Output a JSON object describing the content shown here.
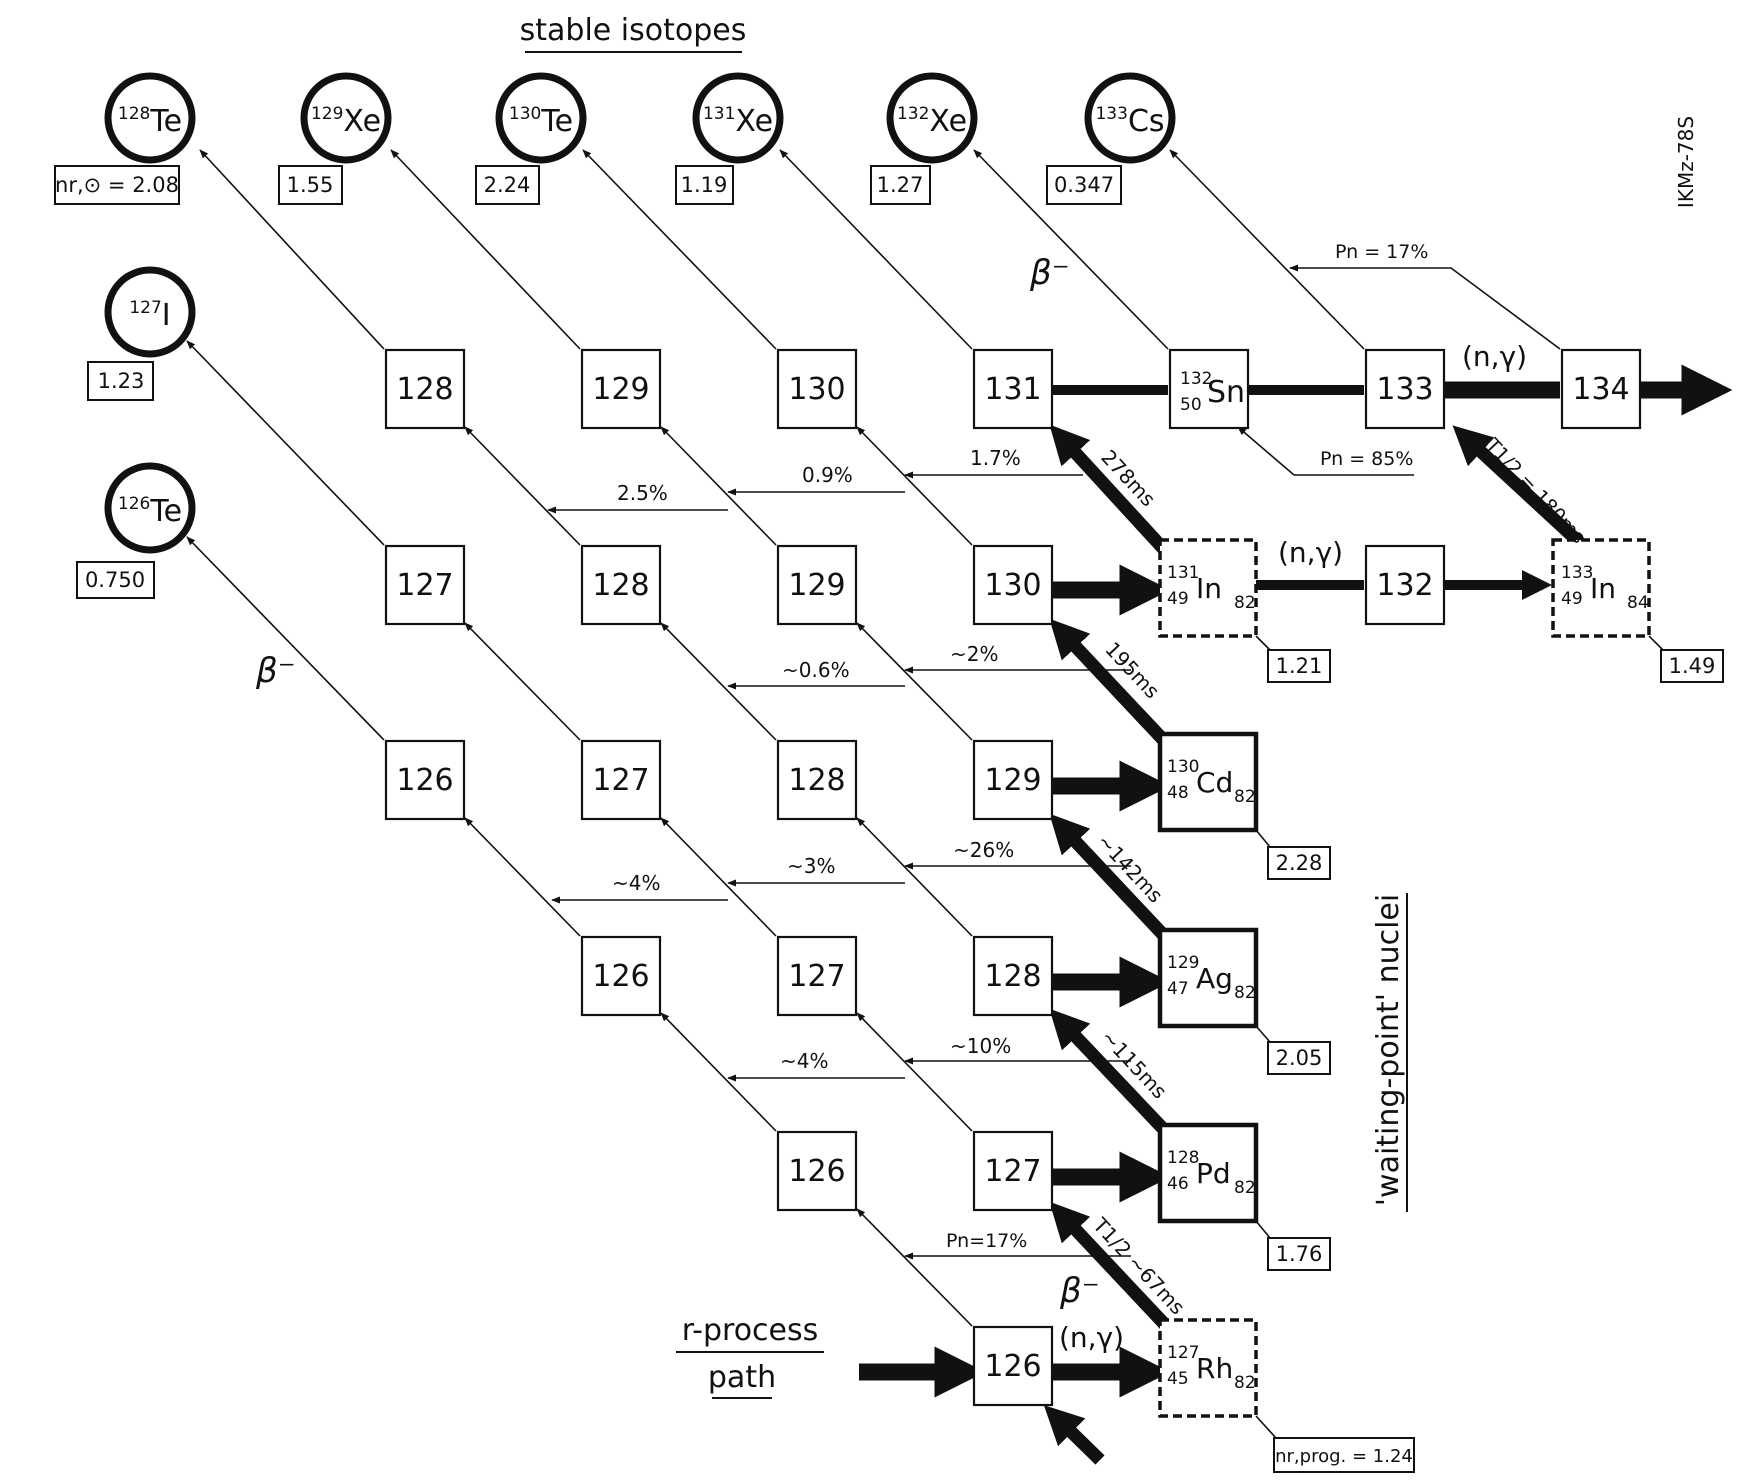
{
  "header": {
    "title": "stable isotopes",
    "code": "IKMz-78S",
    "side_label": "'waiting-point' nuclei",
    "rpath_line1": "r-process",
    "rpath_line2": "path",
    "beta_label": "β⁻",
    "ng_label": "(n,γ)"
  },
  "stable": [
    {
      "mass": "128",
      "sym": "Te",
      "abund": "nr,⊙ = 2.08"
    },
    {
      "mass": "129",
      "sym": "Xe",
      "abund": "1.55"
    },
    {
      "mass": "130",
      "sym": "Te",
      "abund": "2.24"
    },
    {
      "mass": "131",
      "sym": "Xe",
      "abund": "1.19"
    },
    {
      "mass": "132",
      "sym": "Xe",
      "abund": "1.27"
    },
    {
      "mass": "133",
      "sym": "Cs",
      "abund": "0.347"
    },
    {
      "mass": "127",
      "sym": "I",
      "abund": "1.23"
    },
    {
      "mass": "126",
      "sym": "Te",
      "abund": "0.750"
    }
  ],
  "mass_boxes": [
    "128",
    "129",
    "130",
    "131",
    "133",
    "134",
    "127",
    "128",
    "129",
    "130",
    "132",
    "126",
    "127",
    "128",
    "129",
    "126",
    "127",
    "128",
    "126",
    "127",
    "126"
  ],
  "sn": {
    "a": "132",
    "z": "50",
    "sym": "Sn"
  },
  "waiting_points": [
    {
      "a": "131",
      "z": "49",
      "sym": "In",
      "n": "82",
      "abund": "1.21"
    },
    {
      "a": "133",
      "z": "49",
      "sym": "In",
      "n": "84",
      "abund": "1.49"
    },
    {
      "a": "130",
      "z": "48",
      "sym": "Cd",
      "n": "82",
      "abund": "2.28"
    },
    {
      "a": "129",
      "z": "47",
      "sym": "Ag",
      "n": "82",
      "abund": "2.05"
    },
    {
      "a": "128",
      "z": "46",
      "sym": "Pd",
      "n": "82",
      "abund": "1.76"
    },
    {
      "a": "127",
      "z": "45",
      "sym": "Rh",
      "n": "82",
      "abund": "nr,prog. = 1.24"
    }
  ],
  "halflives": [
    "278ms",
    "T1/2 = 180ms",
    "195ms",
    "~142ms",
    "~115ms",
    "T1/2 ~67ms"
  ],
  "pn_labels": [
    "Pn = 17%",
    "Pn = 85%",
    "1.7%",
    "0.9%",
    "2.5%",
    "~2%",
    "~0.6%",
    "~26%",
    "~3%",
    "~4%",
    "~10%",
    "~4%",
    "Pn=17%"
  ]
}
